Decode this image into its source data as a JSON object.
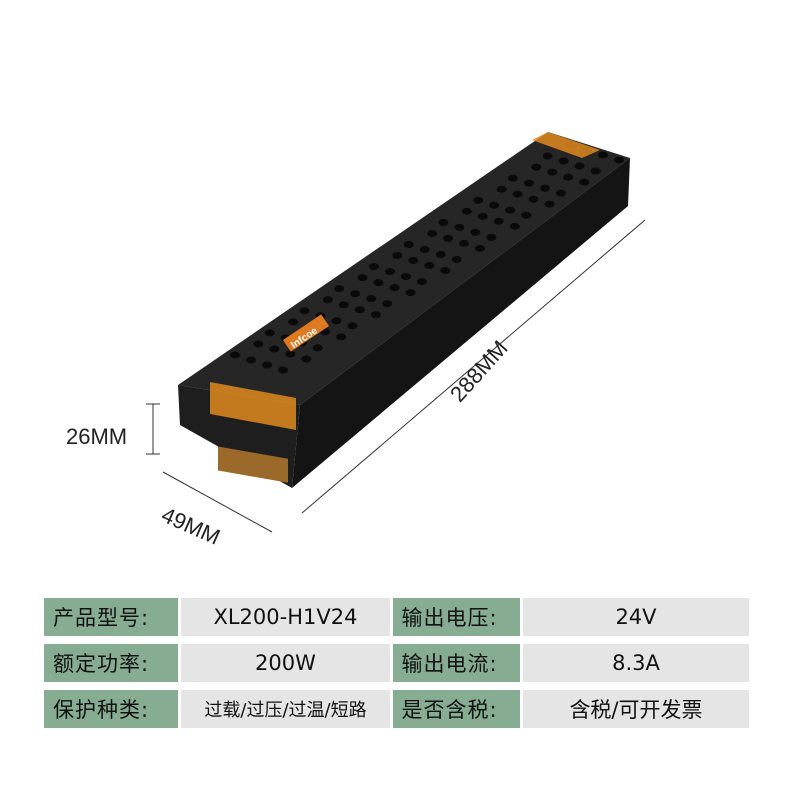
{
  "product": {
    "brand_logo_text": "Infcoe",
    "dimensions": {
      "height": "26MM",
      "width": "49MM",
      "length": "288MM"
    }
  },
  "specs": [
    {
      "label1": "产品型号:",
      "value1": "XL200-H1V24",
      "label2": "输出电压:",
      "value2": "24V"
    },
    {
      "label1": "额定功率:",
      "value1": "200W",
      "label2": "输出电流:",
      "value2": "8.3A"
    },
    {
      "label1": "保护种类:",
      "value1": "过载/过压/过温/短路",
      "label2": "是否含税:",
      "value2": "含税/可开发票"
    }
  ],
  "colors": {
    "label_bg": "#86ad91",
    "value_bg": "#e5e5e5",
    "body": "#1b1b1b",
    "terminal": "#e08a1e"
  }
}
